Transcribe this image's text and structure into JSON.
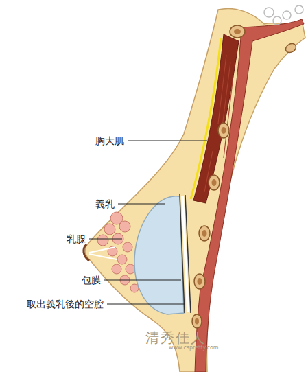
{
  "diagram": {
    "labels": [
      "胸大肌",
      "義乳",
      "乳腺",
      "包膜",
      "取出義乳後的空腔",
      "清秀佳人",
      "www.cspretty.com"
    ]
  }
}
